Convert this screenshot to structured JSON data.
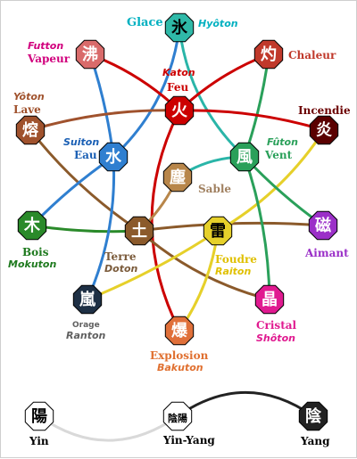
{
  "colors": {
    "glace": "#2ab5a8",
    "futton": "#c0392b",
    "katon": "#cc0000",
    "chaleur": "#c0392b",
    "lave": "#a0522d",
    "eau": "#2f7fd0",
    "vent": "#2aa05a",
    "incendie": "#6b0000",
    "sable": "#b8864a",
    "bois": "#2a8a2a",
    "terre": "#8b5a2b",
    "foudre": "#e6d02a",
    "aimant": "#9b30c8",
    "orage": "#1e3045",
    "explosion": "#e0703a",
    "cristal": "#e01a90",
    "yin_ring": "#d9d9d9",
    "yang_ring": "#222222"
  },
  "nodes": [
    {
      "id": "glace",
      "kanji": "氷",
      "fill": "#2fb9a8",
      "fg": "#000000",
      "name_fr": "Glace",
      "name_jp": "Hyôton",
      "fr_color": "#00b0c0",
      "jp_color": "#00b0c0"
    },
    {
      "id": "futton",
      "kanji": "沸",
      "fill": "#d96b6b",
      "fg": "#ffffff",
      "name_fr": "Vapeur",
      "name_jp": "Futton",
      "fr_color": "#d1007d",
      "jp_color": "#d1007d"
    },
    {
      "id": "chaleur",
      "kanji": "灼",
      "fill": "#c0392b",
      "fg": "#ffffff",
      "name_fr": "Chaleur",
      "name_jp": "",
      "fr_color": "#c0392b",
      "jp_color": "#c0392b"
    },
    {
      "id": "katon",
      "kanji": "火",
      "fill": "#cc0000",
      "fg": "#ffffff",
      "name_fr": "Feu",
      "name_jp": "Katon",
      "fr_color": "#cc0000",
      "jp_color": "#cc0000"
    },
    {
      "id": "lave",
      "kanji": "熔",
      "fill": "#a0522d",
      "fg": "#ffffff",
      "name_fr": "Lave",
      "name_jp": "Yôton",
      "fr_color": "#a0522d",
      "jp_color": "#a0522d"
    },
    {
      "id": "incendie",
      "kanji": "炎",
      "fill": "#5a0000",
      "fg": "#ffffff",
      "name_fr": "Incendie",
      "name_jp": "",
      "fr_color": "#6b0000",
      "jp_color": "#6b0000"
    },
    {
      "id": "eau",
      "kanji": "水",
      "fill": "#2f7fd0",
      "fg": "#ffffff",
      "name_fr": "Eau",
      "name_jp": "Suiton",
      "fr_color": "#1a5fb4",
      "jp_color": "#1a5fb4"
    },
    {
      "id": "vent",
      "kanji": "風",
      "fill": "#2aa05a",
      "fg": "#ffffff",
      "name_fr": "Vent",
      "name_jp": "Fûton",
      "fr_color": "#2aa05a",
      "jp_color": "#2aa05a"
    },
    {
      "id": "sable",
      "kanji": "塵",
      "fill": "#b8864a",
      "fg": "#ffffff",
      "name_fr": "Sable",
      "name_jp": "",
      "fr_color": "#a08060",
      "jp_color": "#a08060"
    },
    {
      "id": "bois",
      "kanji": "木",
      "fill": "#2a8a2a",
      "fg": "#ffffff",
      "name_fr": "Bois",
      "name_jp": "Mokuton",
      "fr_color": "#1f7a1f",
      "jp_color": "#1f7a1f"
    },
    {
      "id": "terre",
      "kanji": "土",
      "fill": "#8b5a2b",
      "fg": "#ffffff",
      "name_fr": "Terre",
      "name_jp": "Doton",
      "fr_color": "#7a5a3a",
      "jp_color": "#7a5a3a"
    },
    {
      "id": "foudre",
      "kanji": "雷",
      "fill": "#e6d02a",
      "fg": "#000000",
      "name_fr": "Foudre",
      "name_jp": "Raiton",
      "fr_color": "#e0c000",
      "jp_color": "#e0c000"
    },
    {
      "id": "aimant",
      "kanji": "磁",
      "fill": "#9b30c8",
      "fg": "#ffffff",
      "name_fr": "Aimant",
      "name_jp": "",
      "fr_color": "#9b30c8",
      "jp_color": "#9b30c8"
    },
    {
      "id": "orage",
      "kanji": "嵐",
      "fill": "#1e3045",
      "fg": "#ffffff",
      "name_fr": "Orage",
      "name_jp": "Ranton",
      "fr_color": "#606060",
      "jp_color": "#606060"
    },
    {
      "id": "explosion",
      "kanji": "爆",
      "fill": "#e0703a",
      "fg": "#ffffff",
      "name_fr": "Explosion",
      "name_jp": "Bakuton",
      "fr_color": "#e07030",
      "jp_color": "#e07030"
    },
    {
      "id": "cristal",
      "kanji": "晶",
      "fill": "#e01a90",
      "fg": "#ffffff",
      "name_fr": "Cristal",
      "name_jp": "Shôton",
      "fr_color": "#e01a90",
      "jp_color": "#e01a90"
    },
    {
      "id": "yin",
      "kanji": "陽",
      "fill": "#ffffff",
      "fg": "#000000",
      "name_fr": "Yin",
      "name_jp": "",
      "fr_color": "#000000",
      "jp_color": "#000000"
    },
    {
      "id": "yinyang",
      "kanji": "陰陽",
      "fill": "#ffffff",
      "fg": "#000000",
      "name_fr": "Yin-Yang",
      "name_jp": "",
      "fr_color": "#000000",
      "jp_color": "#000000"
    },
    {
      "id": "yang",
      "kanji": "陰",
      "fill": "#222222",
      "fg": "#ffffff",
      "name_fr": "Yang",
      "name_jp": "",
      "fr_color": "#000000",
      "jp_color": "#000000"
    }
  ],
  "connections": [
    {
      "from": "eau",
      "to": "glace",
      "color": "#2f7fd0"
    },
    {
      "from": "vent",
      "to": "glace",
      "color": "#2ab5a8"
    },
    {
      "from": "futton",
      "to": "katon",
      "color": "#cc0000"
    },
    {
      "from": "eau",
      "to": "futton",
      "color": "#2f7fd0"
    },
    {
      "from": "chaleur",
      "to": "katon",
      "color": "#cc0000"
    },
    {
      "from": "vent",
      "to": "chaleur",
      "color": "#2aa05a"
    },
    {
      "from": "lave",
      "to": "katon",
      "color": "#a0522d"
    },
    {
      "from": "katon",
      "to": "incendie",
      "color": "#cc0000"
    },
    {
      "from": "lave",
      "to": "terre",
      "color": "#8b5a2b"
    },
    {
      "from": "katon",
      "to": "explosion",
      "color": "#cc0000"
    },
    {
      "from": "sable",
      "to": "terre",
      "color": "#b8864a"
    },
    {
      "from": "sable",
      "to": "vent",
      "color": "#2ab5a8"
    },
    {
      "from": "eau",
      "to": "bois",
      "color": "#2f7fd0"
    },
    {
      "from": "bois",
      "to": "terre",
      "color": "#2a8a2a"
    },
    {
      "from": "terre",
      "to": "cristal",
      "color": "#8b5a2b"
    },
    {
      "from": "terre",
      "to": "aimant",
      "color": "#8b5a2b"
    },
    {
      "from": "eau",
      "to": "orage",
      "color": "#2f7fd0"
    },
    {
      "from": "orage",
      "to": "foudre",
      "color": "#e6d02a"
    },
    {
      "from": "foudre",
      "to": "incendie",
      "color": "#e6d02a"
    },
    {
      "from": "foudre",
      "to": "explosion",
      "color": "#e6d02a"
    },
    {
      "from": "vent",
      "to": "aimant",
      "color": "#2aa05a"
    },
    {
      "from": "vent",
      "to": "cristal",
      "color": "#2aa05a"
    },
    {
      "from": "yin",
      "to": "yinyang",
      "color": "#d9d9d9"
    },
    {
      "from": "yinyang",
      "to": "yang",
      "color": "#222222"
    }
  ]
}
